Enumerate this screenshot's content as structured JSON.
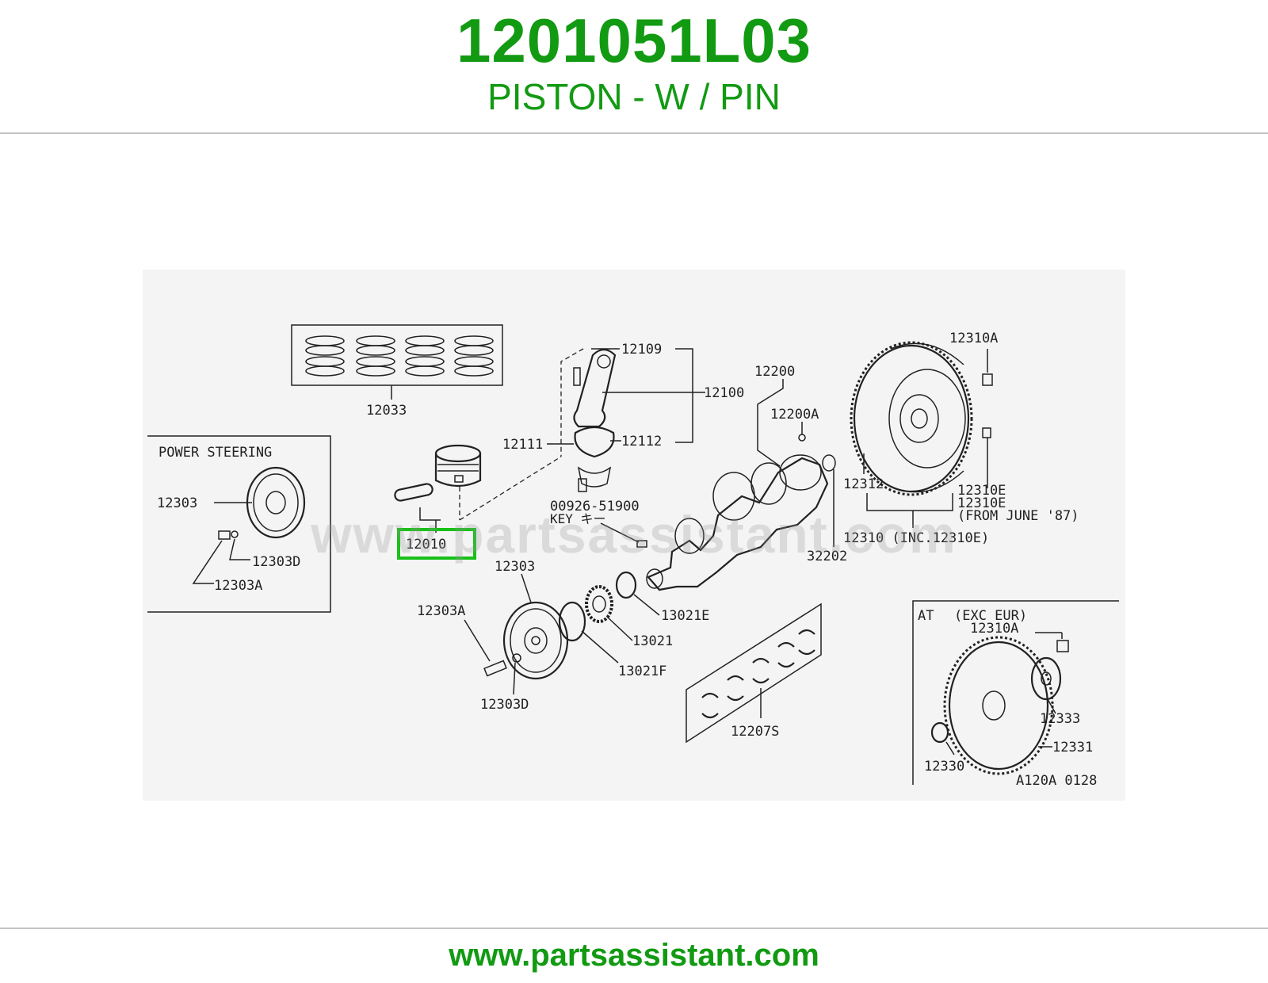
{
  "header": {
    "part_number": "1201051L03",
    "description": "PISTON - W / PIN"
  },
  "footer": {
    "url": "www.partsassistant.com"
  },
  "watermark": "www.partsassistant.com",
  "colors": {
    "brand_green": "#129a12",
    "highlight_green": "#18c018",
    "rule_gray": "#c4c4c4"
  },
  "diagram": {
    "labels": {
      "p12033": "12033",
      "p12109": "12109",
      "p12100": "12100",
      "p12111": "12111",
      "p12112": "12112",
      "p12200": "12200",
      "p12200A": "12200A",
      "p12310A": "12310A",
      "p12312": "12312",
      "p12310E_1": "12310E",
      "p12310E_2": "12310E",
      "from_june": "(FROM JUNE '87)",
      "p12310": "12310 (INC.12310E)",
      "p32202": "32202",
      "key_part": "00926-51900",
      "key_name": "KEY キー",
      "p12010": "12010",
      "p12303": "12303",
      "p12303A": "12303A",
      "p12303D": "12303D",
      "p13021E": "13021E",
      "p13021": "13021",
      "p13021F": "13021F",
      "p12207S": "12207S",
      "ps_title": "POWER STEERING",
      "ps_12303": "12303",
      "ps_12303D": "12303D",
      "ps_12303A": "12303A",
      "at_title": "AT",
      "at_exc": "(EXC EUR)",
      "at_12310A": "12310A",
      "at_12333": "12333",
      "at_12331": "12331",
      "at_12330": "12330",
      "diagram_code": "A120A 0128"
    },
    "highlighted_part": "12010"
  }
}
